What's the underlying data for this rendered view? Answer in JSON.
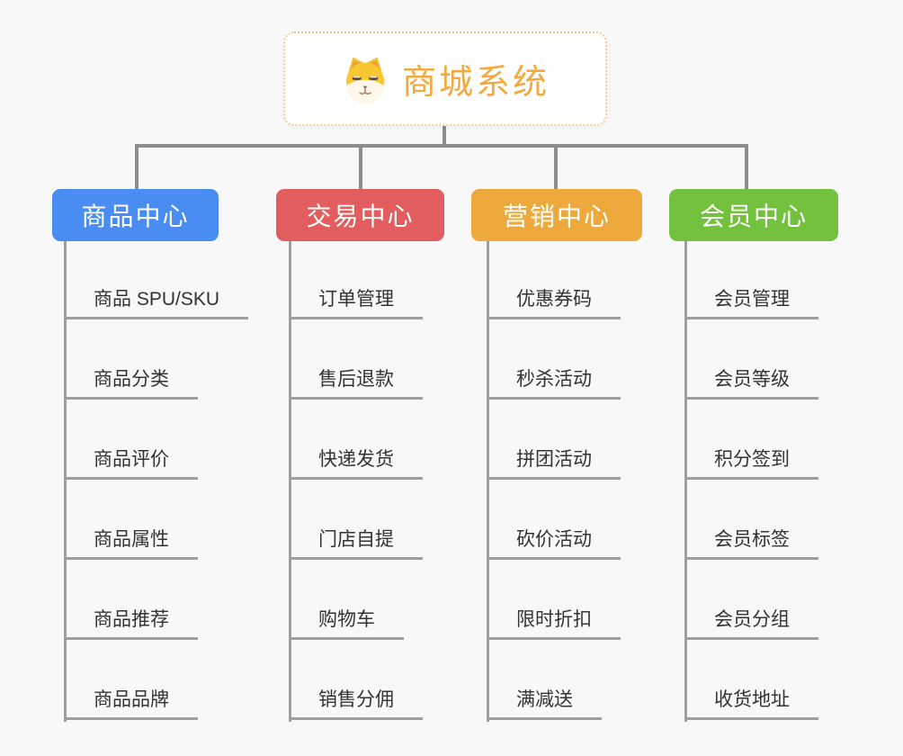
{
  "root": {
    "title": "商城系统",
    "icon": "shiba-dog-icon"
  },
  "branches": [
    {
      "id": "product",
      "label": "商品中心",
      "color": "#4a8df2",
      "children": [
        "商品 SPU/SKU",
        "商品分类",
        "商品评价",
        "商品属性",
        "商品推荐",
        "商品品牌"
      ]
    },
    {
      "id": "trade",
      "label": "交易中心",
      "color": "#e25d5d",
      "children": [
        "订单管理",
        "售后退款",
        "快递发货",
        "门店自提",
        "购物车",
        "销售分佣"
      ]
    },
    {
      "id": "marketing",
      "label": "营销中心",
      "color": "#eda93c",
      "children": [
        "优惠券码",
        "秒杀活动",
        "拼团活动",
        "砍价活动",
        "限时折扣",
        "满减送"
      ]
    },
    {
      "id": "member",
      "label": "会员中心",
      "color": "#74c13e",
      "children": [
        "会员管理",
        "会员等级",
        "积分签到",
        "会员标签",
        "会员分组",
        "收货地址"
      ]
    }
  ],
  "colors": {
    "background": "#f7f8f7",
    "connector": "#8d8d8d",
    "leaf_line": "#9e9e9e",
    "leaf_text": "#333333",
    "root_text": "#f2a93f",
    "root_border": "#f5cc8d",
    "branch_text": "#ffffff"
  }
}
